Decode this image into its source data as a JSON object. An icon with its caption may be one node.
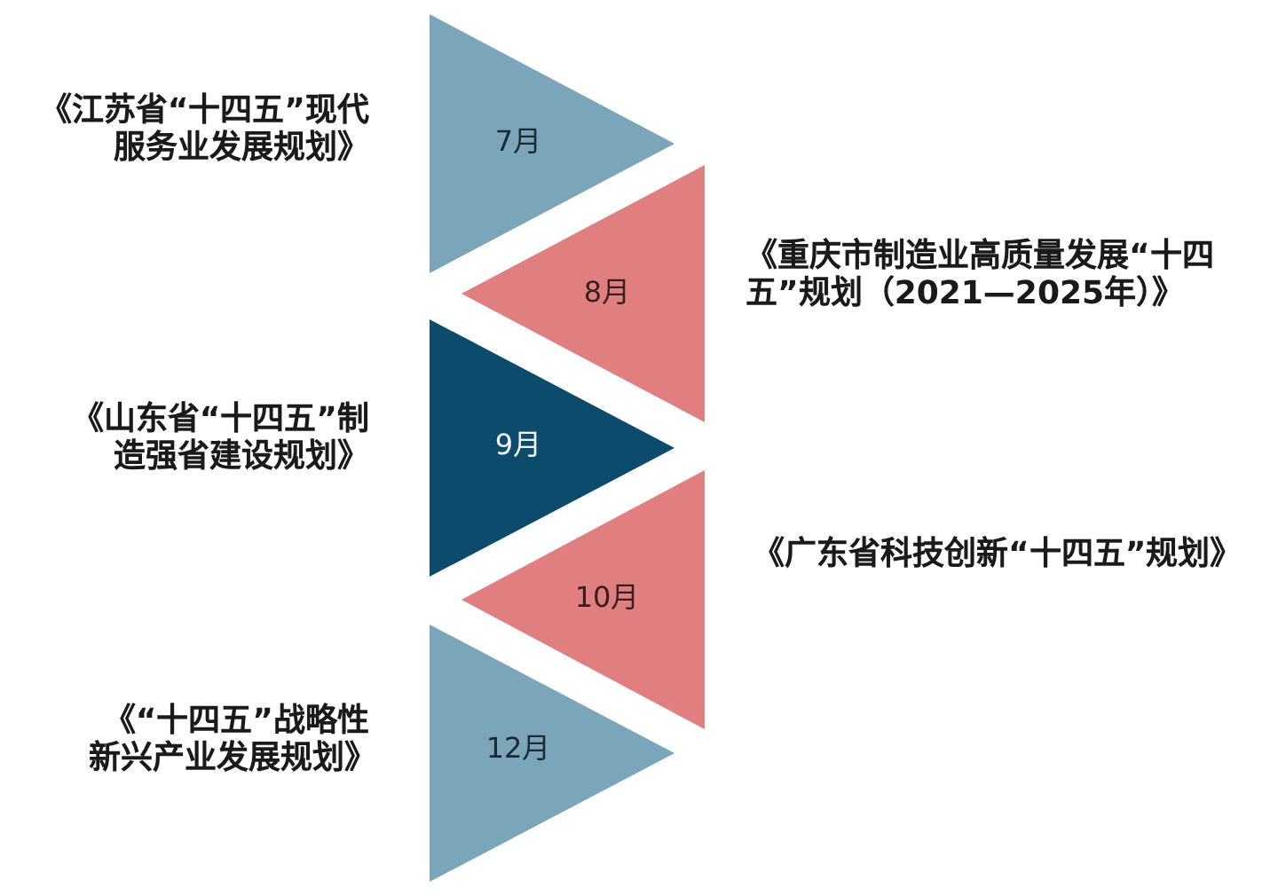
{
  "diagram": {
    "nodes": [
      {
        "text": [
          "7月"
        ],
        "beside": [
          "《江苏省“十四五”现代服务业发展规划》"
        ]
      },
      {
        "text": [
          "8月"
        ],
        "beside": [
          "《重庆市制造业高质量发展“十四五”规划（2021—2025年）》"
        ]
      },
      {
        "text": [
          "9月"
        ],
        "beside": [
          "《山东省“十四五”制造强省建设规划》"
        ]
      },
      {
        "text": [
          "10月"
        ],
        "beside": [
          "《广东省科技创新“十四五”规划》"
        ]
      },
      {
        "text": [
          "12月"
        ],
        "beside": [
          "《“十四五”战略性新兴产业发展规划》"
        ]
      }
    ]
  }
}
